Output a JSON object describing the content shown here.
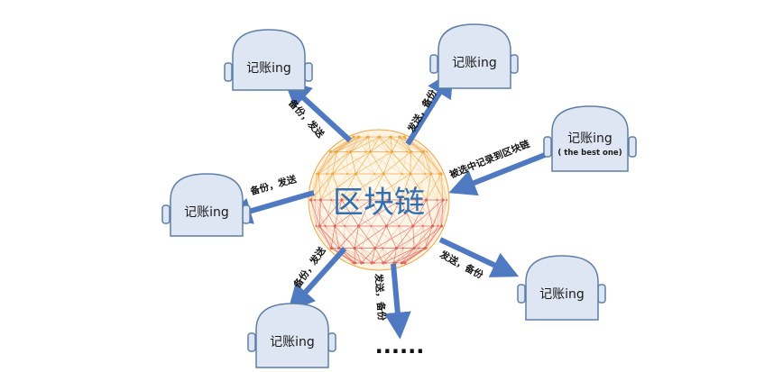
{
  "center": {
    "label": "区块链"
  },
  "nodes": [
    {
      "id": "top-left",
      "label": "记账ing"
    },
    {
      "id": "top-right",
      "label": "记账ing"
    },
    {
      "id": "right",
      "label": "记账ing",
      "sublabel": "( the best one)"
    },
    {
      "id": "left",
      "label": "记账ing"
    },
    {
      "id": "bottom-left",
      "label": "记账ing"
    },
    {
      "id": "bottom-right",
      "label": "记账ing"
    }
  ],
  "arrows": [
    {
      "id": "to-top-left",
      "label": "备份，发送"
    },
    {
      "id": "to-top-right",
      "label": "发送，备份"
    },
    {
      "id": "from-right",
      "label": "被选中记录到区块链"
    },
    {
      "id": "to-left",
      "label": "备份，发送"
    },
    {
      "id": "to-bottom-left",
      "label": "备份，发送"
    },
    {
      "id": "to-bottom",
      "label": "发送，备份"
    },
    {
      "id": "to-bottom-right",
      "label": "发送，备份"
    }
  ],
  "ellipsis": "......",
  "colors": {
    "node_fill": "#dfe6f3",
    "node_stroke": "#5f7fa8",
    "arrow": "#4f79c0",
    "mesh_red": "#e0645a",
    "mesh_orange": "#f0a640",
    "title": "#2f6fb4"
  }
}
